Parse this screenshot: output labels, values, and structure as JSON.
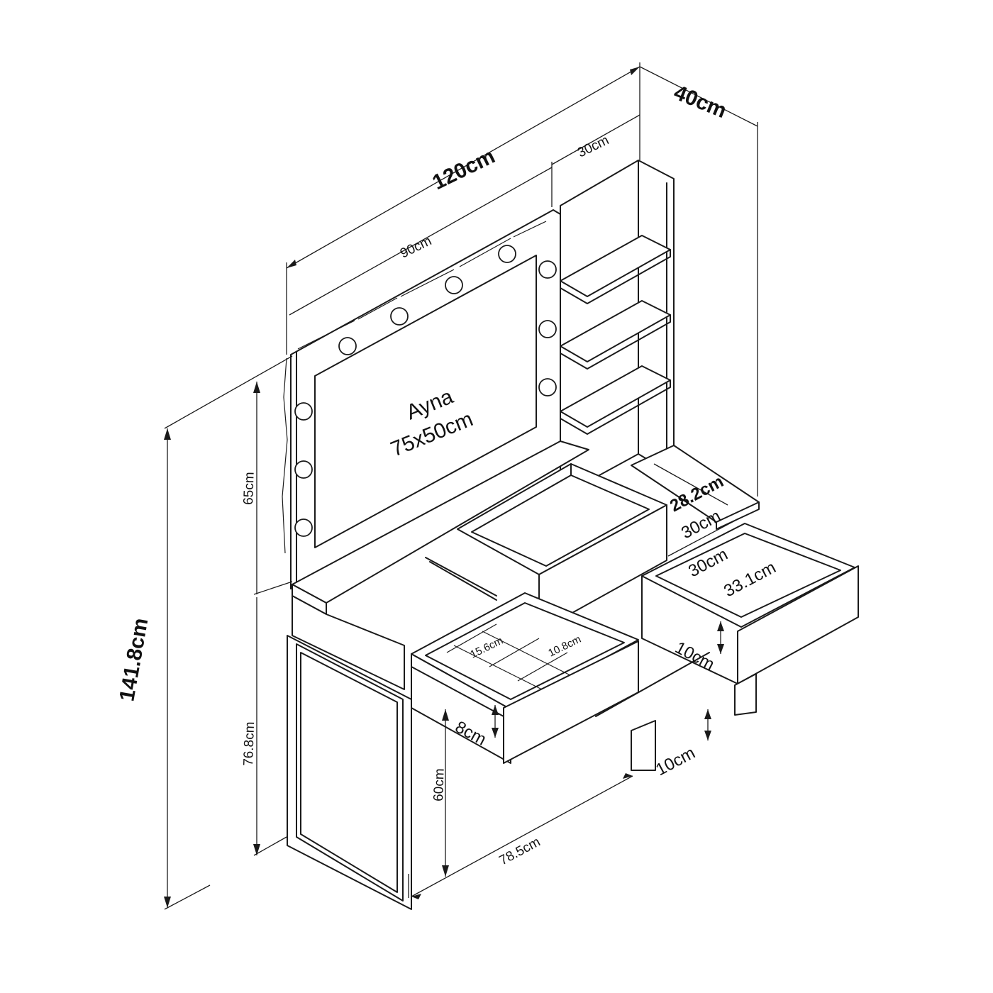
{
  "mirror": {
    "title": "Ayna",
    "size": "75x50cm"
  },
  "dimensions": {
    "width_total": "120cm",
    "depth_total": "40cm",
    "shelf_width": "30cm",
    "mirror_frame_width": "90cm",
    "mirror_section_height": "65cm",
    "total_height": "141.8cm",
    "desk_height": "76.8cm",
    "leg_height": "60cm",
    "desk_width": "78.5cm",
    "side_drawer_depth": "28.2cm",
    "side_drawer_width_outer": "30cm",
    "side_drawer_width_inner": "30cm",
    "side_drawer_length": "33.1cm",
    "side_drawer_height": "10cm",
    "bottom_clearance": "10cm",
    "front_drawer_height": "8cm",
    "compartment_a": "15.6cm",
    "compartment_b": "10.8cm"
  }
}
